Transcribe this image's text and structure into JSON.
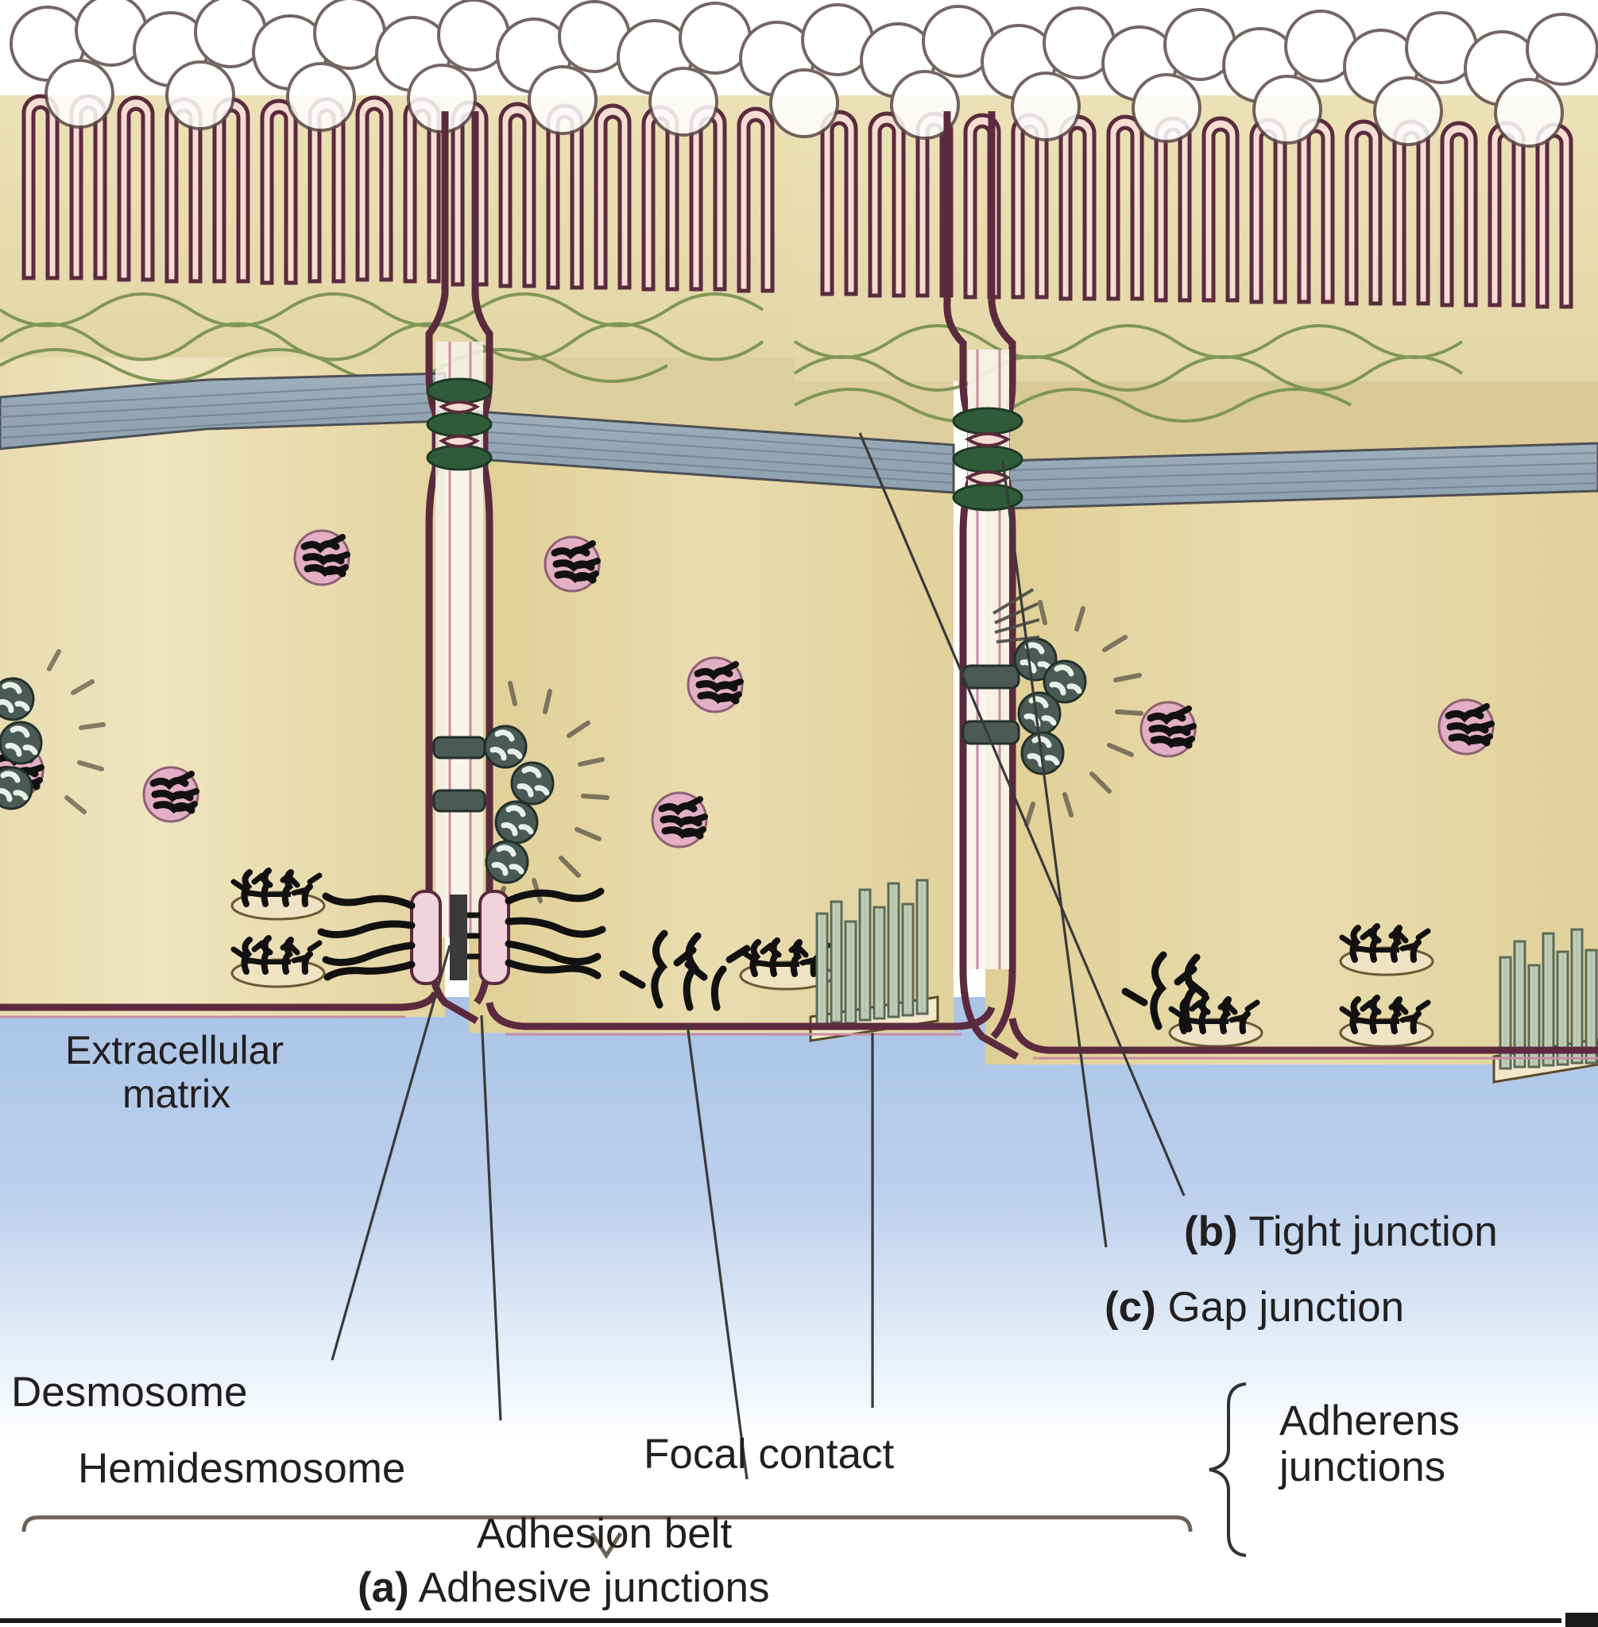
{
  "figure": {
    "title": "Cell junctions of an epithelial cell layer",
    "type": "biology-diagram"
  },
  "labels": {
    "extracellular_matrix": "Extracellular\nmatrix",
    "extracellular_matrix_line1": "Extracellular",
    "extracellular_matrix_line2": "matrix",
    "desmosome": "Desmosome",
    "hemidesmosome": "Hemidesmosome",
    "adhesion_belt": "Adhesion belt",
    "focal_contact": "Focal contact",
    "adherens_junctions_line1": "Adherens",
    "adherens_junctions_line2": "junctions",
    "tight_junction_tag": "(b)",
    "tight_junction_text": "Tight junction",
    "gap_junction_tag": "(c)",
    "gap_junction_text": "Gap junction",
    "adhesive_junctions_tag": "(a)",
    "adhesive_junctions_text": "Adhesive junctions"
  },
  "colors": {
    "cytoplasm_light": "#ece0b4",
    "cytoplasm_mid": "#e6d7a4",
    "cytoplasm_dark": "#ddc98d",
    "membrane": "#5c2a3e",
    "membrane_inner": "#f6ddd2",
    "ecm_blue": "#b7cdea",
    "adhesion_belt": "#9aabb8",
    "tight_junction_green": "#2f5b38",
    "terminal_web_green": "#6f8a4a",
    "vesicle_pink": "#e7b7c9",
    "plaque_pink": "#f0d3db",
    "stress_fiber": "#bcc9b6",
    "label_text": "#231f20",
    "leader_line": "#3a3a3a",
    "bracket": "#6b6258"
  },
  "structures": [
    {
      "name": "microvilli",
      "count": 40,
      "region": "apical surface"
    },
    {
      "name": "terminal-web",
      "region": "below microvilli"
    },
    {
      "name": "tight-junction",
      "count": 2,
      "region": "apical lateral membrane"
    },
    {
      "name": "adhesion-belt",
      "count": 3,
      "region": "below tight junction"
    },
    {
      "name": "gap-junction",
      "count": 2,
      "region": "lateral membrane"
    },
    {
      "name": "desmosome",
      "count": 1,
      "region": "basolateral membrane"
    },
    {
      "name": "hemidesmosome",
      "count": 4,
      "region": "basal membrane"
    },
    {
      "name": "focal-contact",
      "count": 2,
      "region": "basal membrane"
    },
    {
      "name": "secretory-vesicle",
      "count": 7,
      "region": "cytoplasm"
    }
  ]
}
